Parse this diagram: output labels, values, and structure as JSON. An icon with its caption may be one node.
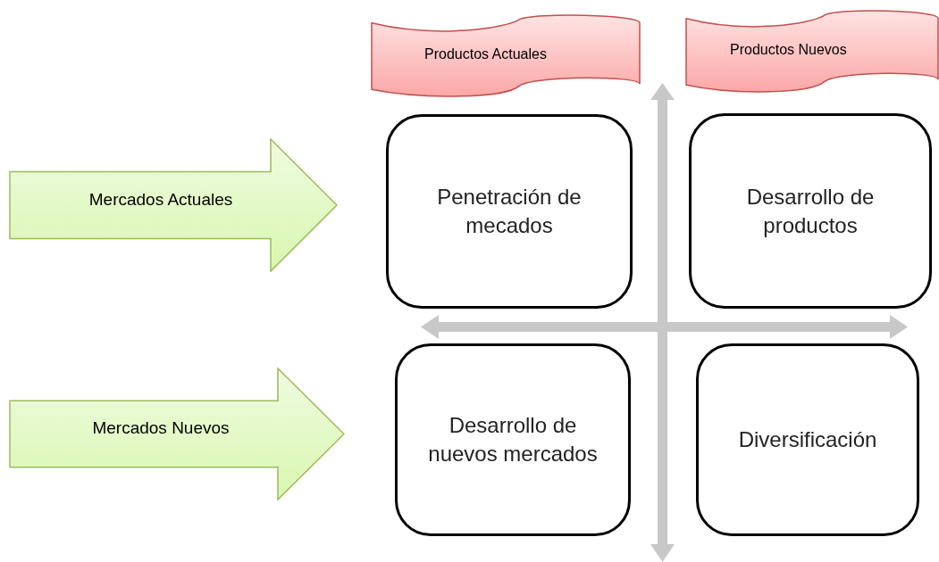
{
  "diagram": {
    "nodes": [
      {
        "text": [
          "Productos Actuales"
        ]
      },
      {
        "text": [
          "Productos Nuevos"
        ]
      },
      {
        "text": [
          "Mercados Actuales"
        ]
      },
      {
        "text": [
          "Penetración de mecados"
        ]
      },
      {
        "text": [
          "Desarrollo de productos"
        ]
      },
      {
        "text": [
          "Mercados Nuevos"
        ]
      },
      {
        "text": [
          "Desarrollo de nuevos mercados"
        ]
      },
      {
        "text": [
          "Diversificación"
        ]
      }
    ]
  }
}
